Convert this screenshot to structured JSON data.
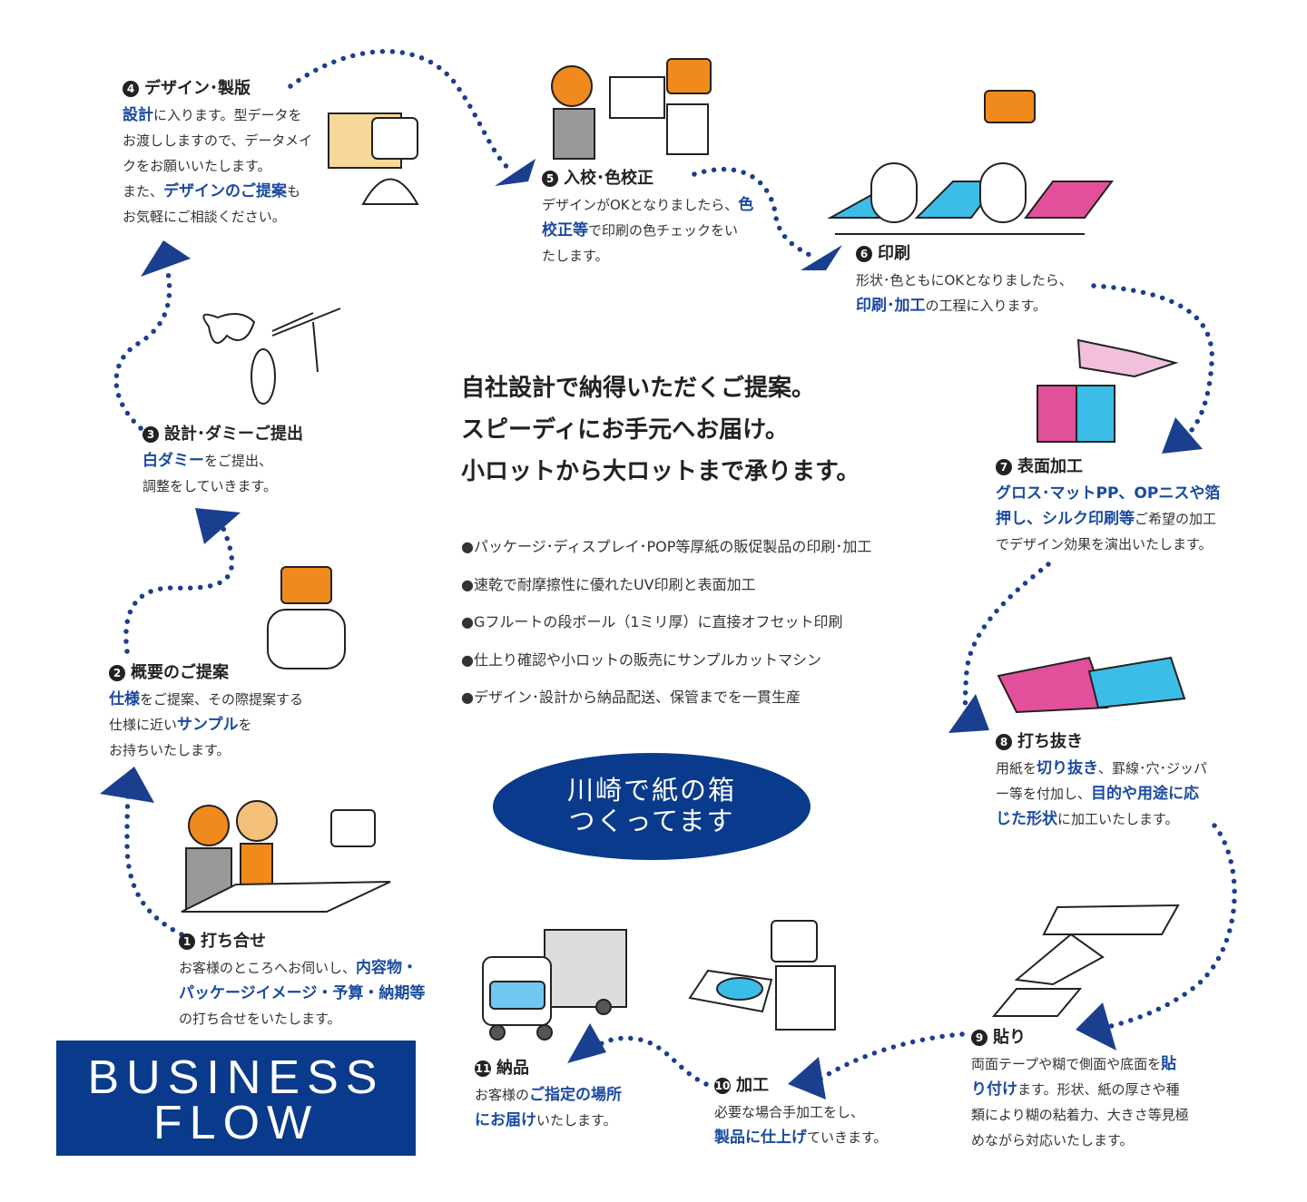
{
  "headline": [
    "自社設計で納得いただくご提案。",
    "スピーディにお手元へお届け。",
    "小ロットから大ロットまで承ります。"
  ],
  "bullets": [
    "●パッケージ･ディスプレイ･POP等厚紙の販促製品の印刷･加工",
    "●速乾で耐摩擦性に優れたUV印刷と表面加工",
    "●Gフルートの段ボール（1ミリ厚）に直接オフセット印刷",
    "●仕上り確認や小ロットの販売にサンプルカットマシン",
    "●デザイン･設計から納品配送、保管までを一貫生産"
  ],
  "oval": [
    "川崎で紙の箱",
    "つくってます"
  ],
  "business_flow": [
    "BUSINESS",
    "FLOW"
  ],
  "colors": {
    "accent": "#1a4aa0",
    "navy": "#0a3a8c",
    "dots": "#1b3f8f"
  },
  "steps": [
    {
      "id": "s1",
      "num": "1",
      "title": "打ち合せ",
      "lines": [
        [
          {
            "t": "お客様のところへお伺いし、"
          },
          {
            "t": "内容物・",
            "em": true
          }
        ],
        [
          {
            "t": "パッケージイメージ・予算・納期等",
            "em": true
          }
        ],
        [
          {
            "t": "の打ち合せをいたします。"
          }
        ]
      ]
    },
    {
      "id": "s2",
      "num": "2",
      "title": "概要のご提案",
      "lines": [
        [
          {
            "t": "仕様",
            "em": true
          },
          {
            "t": "をご提案、その際提案する"
          }
        ],
        [
          {
            "t": "仕様に近い"
          },
          {
            "t": "サンプル",
            "em": true
          },
          {
            "t": "を"
          }
        ],
        [
          {
            "t": "お持ちいたします。"
          }
        ]
      ]
    },
    {
      "id": "s3",
      "num": "3",
      "title": "設計･ダミーご提出",
      "lines": [
        [
          {
            "t": "白ダミー",
            "em": true
          },
          {
            "t": "をご提出、"
          }
        ],
        [
          {
            "t": "調整をしていきます。"
          }
        ]
      ]
    },
    {
      "id": "s4",
      "num": "4",
      "title": "デザイン･製版",
      "lines": [
        [
          {
            "t": "設計",
            "em": true
          },
          {
            "t": "に入ります。型データを"
          }
        ],
        [
          {
            "t": "お渡ししますので、データメイ"
          }
        ],
        [
          {
            "t": "クをお願いいたします。"
          }
        ],
        [
          {
            "t": "また、"
          },
          {
            "t": "デザインのご提案",
            "em": true
          },
          {
            "t": "も"
          }
        ],
        [
          {
            "t": "お気軽にご相談ください。"
          }
        ]
      ]
    },
    {
      "id": "s5",
      "num": "5",
      "title": "入校･色校正",
      "lines": [
        [
          {
            "t": "デザインがOKとなりましたら、"
          },
          {
            "t": "色",
            "em": true
          }
        ],
        [
          {
            "t": "校正等",
            "em": true
          },
          {
            "t": "で印刷の色チェックをい"
          }
        ],
        [
          {
            "t": "たします。"
          }
        ]
      ]
    },
    {
      "id": "s6",
      "num": "6",
      "title": "印刷",
      "lines": [
        [
          {
            "t": "形状･色ともにOKとなりましたら、"
          }
        ],
        [
          {
            "t": "印刷･加工",
            "em": true
          },
          {
            "t": "の工程に入ります。"
          }
        ]
      ]
    },
    {
      "id": "s7",
      "num": "7",
      "title": "表面加工",
      "lines": [
        [
          {
            "t": "グロス･マットPP、OPニスや箔",
            "em": true
          }
        ],
        [
          {
            "t": "押し、シルク印刷等",
            "em": true
          },
          {
            "t": "ご希望の加工"
          }
        ],
        [
          {
            "t": "でデザイン効果を演出いたします。"
          }
        ]
      ]
    },
    {
      "id": "s8",
      "num": "8",
      "title": "打ち抜き",
      "lines": [
        [
          {
            "t": "用紙を"
          },
          {
            "t": "切り抜き",
            "em": true
          },
          {
            "t": "、罫線･穴･ジッパ"
          }
        ],
        [
          {
            "t": "ー等を付加し、"
          },
          {
            "t": "目的や用途に応",
            "em": true
          }
        ],
        [
          {
            "t": "じた形状",
            "em": true
          },
          {
            "t": "に加工いたします。"
          }
        ]
      ]
    },
    {
      "id": "s9",
      "num": "9",
      "title": "貼り",
      "lines": [
        [
          {
            "t": "両面テープや糊で側面や底面を"
          },
          {
            "t": "貼",
            "em": true
          }
        ],
        [
          {
            "t": "り付け",
            "em": true
          },
          {
            "t": "ます。形状、紙の厚さや種"
          }
        ],
        [
          {
            "t": "類により糊の粘着力、大きさ等見極"
          }
        ],
        [
          {
            "t": "めながら対応いたします。"
          }
        ]
      ]
    },
    {
      "id": "s10",
      "num": "10",
      "title": "加工",
      "lines": [
        [
          {
            "t": "必要な場合手加工をし、"
          }
        ],
        [
          {
            "t": "製品に仕上げ",
            "em": true
          },
          {
            "t": "ていきます。"
          }
        ]
      ]
    },
    {
      "id": "s11",
      "num": "11",
      "title": "納品",
      "lines": [
        [
          {
            "t": "お客様の"
          },
          {
            "t": "ご指定の場所",
            "em": true
          }
        ],
        [
          {
            "t": "にお届け",
            "em": true
          },
          {
            "t": "いたします。"
          }
        ]
      ]
    }
  ]
}
